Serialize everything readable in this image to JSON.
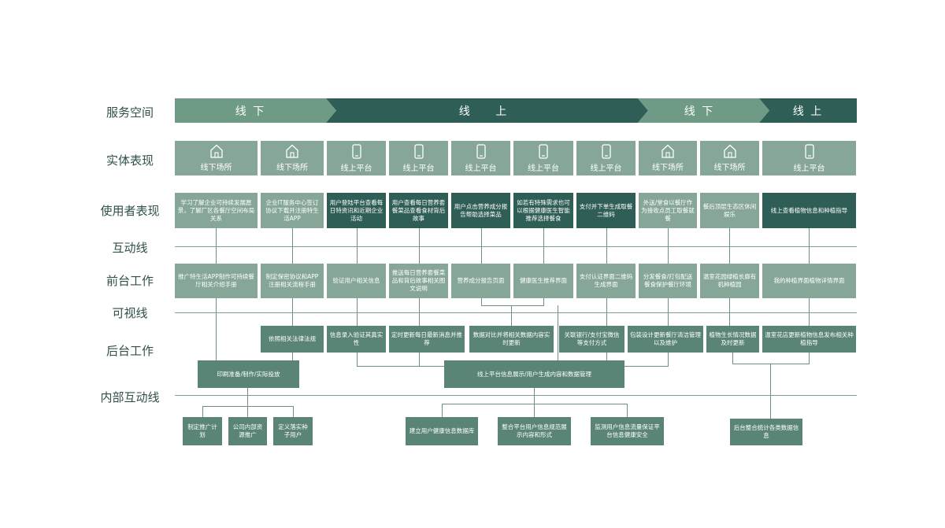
{
  "rows": {
    "service_space": "服务空间",
    "physical": "实体表现",
    "user_behavior": "使用者表现",
    "interaction_line": "互动线",
    "frontstage": "前台工作",
    "visibility_line": "可视线",
    "backstage": "后台工作",
    "internal_line": "内部互动线"
  },
  "lanes": [
    "线 下",
    "线 上",
    "线 下",
    "线 上"
  ],
  "physical": [
    {
      "icon": "house-icon",
      "label": "线下场所"
    },
    {
      "icon": "house-icon",
      "label": "线下场所"
    },
    {
      "icon": "phone-icon",
      "label": "线上平台"
    },
    {
      "icon": "phone-icon",
      "label": "线上平台"
    },
    {
      "icon": "phone-icon",
      "label": "线上平台"
    },
    {
      "icon": "phone-icon",
      "label": "线上平台"
    },
    {
      "icon": "phone-icon",
      "label": "线上平台"
    },
    {
      "icon": "house-icon",
      "label": "线下场所"
    },
    {
      "icon": "house-icon",
      "label": "线下场所"
    },
    {
      "icon": "phone-icon",
      "label": "线上平台"
    }
  ],
  "user_actions": [
    "学习了解企业可持续发展愿景，了解厂区各餐厅空间布局关系",
    "企业IT服务中心签订协议下载并注册特生活APP",
    "用户登陆平台查看每日特资讯和近期企业活动",
    "用户查看每日营养套餐菜品查看食材背后故事",
    "用户点击营养成分报告帮助选择菜品",
    "如若有特殊需求也可以根据健康医生智能推荐选择餐食",
    "支付并下单生成取餐二维码",
    "外送/堂食以餐厅作为接收点员工取餐就餐",
    "餐后顶层生态区休闲娱乐",
    "线上查看植物信息和种植指导"
  ],
  "frontstage": [
    "推广特生活APP制作可持续餐厅相关介绍手册",
    "制定保密协议和APP注册相关流程手册",
    "验证用户相关信息",
    "推送每日营养套餐菜品和背后故事相关图文说明",
    "营养成分报告页面",
    "健康医生推荐界面",
    "支付认证界面二维码生成界面",
    "分发餐食/打包配送餐食保护餐厅环境",
    "温室花园绿植长廊有机种植园",
    "我的种植界面植物详情界面"
  ],
  "backstage": [
    "依照相关法律法规",
    "信息录入验证其真实性",
    "定时更新每日最新消息并推荐",
    "数据对比并将相关数据内容实时更新",
    "关联银行/支付宝微信等支付方式",
    "包装设计更新餐厅清洁管理以及维护",
    "植物生长情况数据及时更新",
    "温室花店更新植物信息发布相关种植指导"
  ],
  "internal_hubs": [
    "印刷准备/制作/实际投放",
    "线上平台信息展示/用户生成内容和数据管理"
  ],
  "internal_bottom": [
    "制定推广计划",
    "公司内部资源推广",
    "定义落实种子用户",
    "建立用户健康信息数据库",
    "整合平台用户信息规范展示内容和形式",
    "监测用户信息流量保证平台信息健康安全",
    "后台整合统计各类数据信息"
  ],
  "colors": {
    "light": "#86a797",
    "dark": "#2f5e56",
    "line": "#7f9d96"
  }
}
